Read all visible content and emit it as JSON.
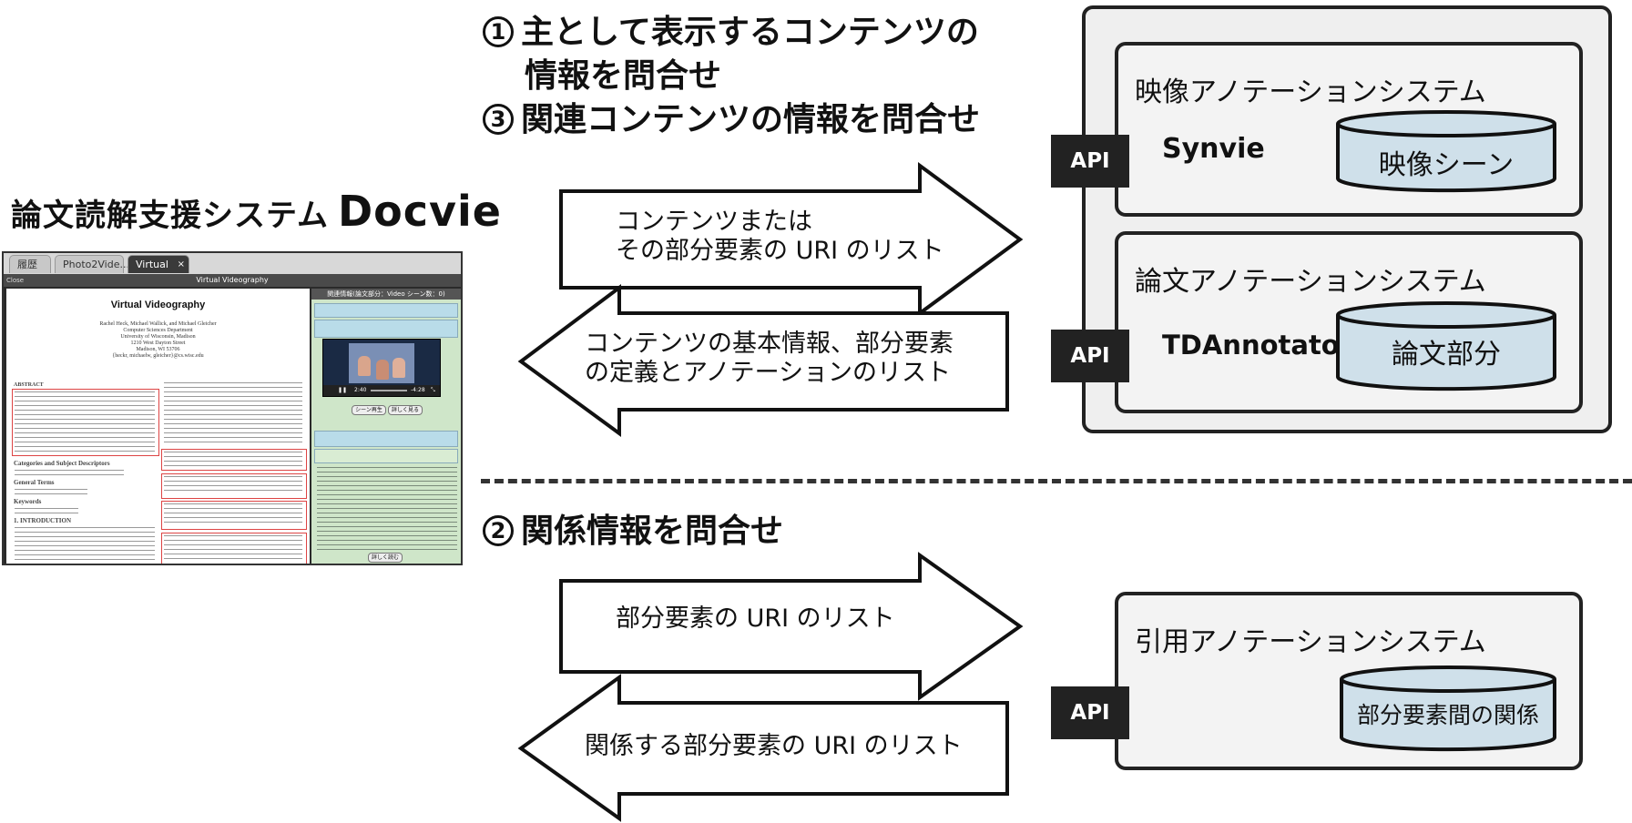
{
  "docvie": {
    "title_jp": "論文読解支援システム",
    "title_name": "Docvie",
    "screenshot": {
      "tabs": [
        "履歴",
        "Photo2Vide...",
        "Virtual Vi..."
      ],
      "tab_close": "×",
      "toolbar_title": "Virtual Videography",
      "toolbar_left": "Close",
      "paper_title": "Virtual Videography",
      "paper_authors": "Rachel Heck, Michael Wallick, and Michael Gleicher\nComputer Sciences Department\nUniversity of Wisconsin, Madison\n1210 West Dayton Street\nMadison, WI 53706\n{heckr, michaelw, gleicher}@cs.wisc.edu",
      "abstract_head": "ABSTRACT",
      "categories_head": "Categories and Subject Descriptors",
      "general_head": "General Terms",
      "keywords_head": "Keywords",
      "intro_head": "1.   INTRODUCTION",
      "side_header": "関連情報(論文部分：Video シーン数：0)",
      "video_time_start": "2:40",
      "video_time_end": "-4:28",
      "btn_scene": "シーン再生",
      "btn_detail": "詳しく見る",
      "btn_detail2": "詳しく読む"
    }
  },
  "queries": {
    "q1_num": "1",
    "q1_line1": "主として表示するコンテンツの",
    "q1_line2": "情報を問合せ",
    "q3_num": "3",
    "q3_text": "関連コンテンツの情報を問合せ",
    "q2_num": "2",
    "q2_text": "関係情報を問合せ"
  },
  "arrows": {
    "a1_line1": "コンテンツまたは",
    "a1_line2": "その部分要素の URI のリスト",
    "a2_line1": "コンテンツの基本情報、部分要素",
    "a2_line2": "の定義とアノテーションのリスト",
    "a3_line1": "部分要素の URI のリスト",
    "a4_line1": "関係する部分要素の URI のリスト"
  },
  "systems": {
    "api_label": "API",
    "video": {
      "title": "映像アノテーションシステム",
      "name": "Synvie",
      "db": "映像シーン"
    },
    "paper": {
      "title": "論文アノテーションシステム",
      "name": "TDAnnotator",
      "db": "論文部分"
    },
    "citation": {
      "title": "引用アノテーションシステム",
      "db": "部分要素間の関係"
    }
  },
  "colors": {
    "db_fill": "#cfe0ea",
    "box_fill": "#efefef",
    "api_fill": "#222222"
  }
}
